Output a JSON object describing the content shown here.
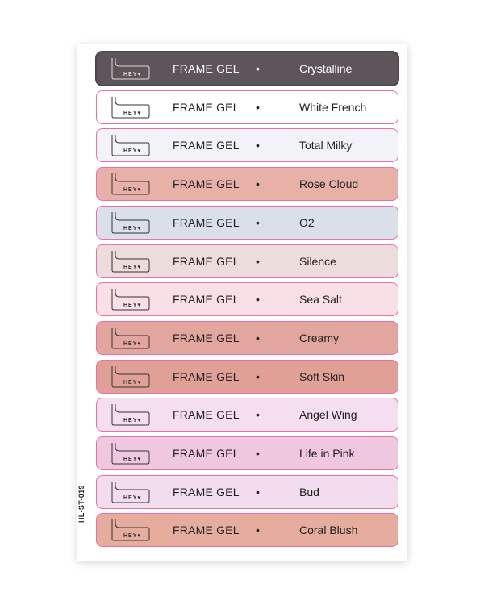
{
  "sheet_code": "HL-ST-019",
  "logo_text": "HEY♥",
  "product_line": "FRAME GEL",
  "separator": "•",
  "items": [
    {
      "name": "Crystalline",
      "color": "#5d5559"
    },
    {
      "name": "White French",
      "color": "#ffffff"
    },
    {
      "name": "Total Milky",
      "color": "#f3f2f6"
    },
    {
      "name": "Rose Cloud",
      "color": "#e8b1a8"
    },
    {
      "name": "O2",
      "color": "#d9e0ea"
    },
    {
      "name": "Silence",
      "color": "#ecdcdb"
    },
    {
      "name": "Sea Salt",
      "color": "#f8e0e6"
    },
    {
      "name": "Creamy",
      "color": "#e2a69e"
    },
    {
      "name": "Soft Skin",
      "color": "#e0a096"
    },
    {
      "name": "Angel Wing",
      "color": "#f5def0"
    },
    {
      "name": "Life in Pink",
      "color": "#efc8e0"
    },
    {
      "name": "Bud",
      "color": "#f2dcee"
    },
    {
      "name": "Coral Blush",
      "color": "#e6ad9f"
    }
  ]
}
